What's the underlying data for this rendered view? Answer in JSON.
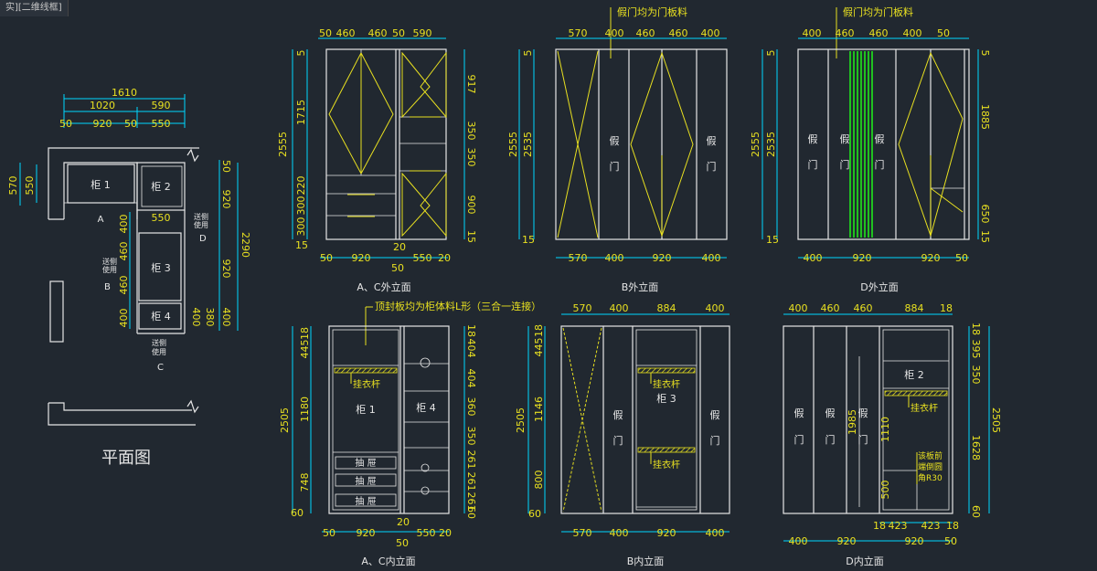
{
  "tab": "实][二维线框]",
  "titles": {
    "plan": "平面图",
    "ac_ext": "A、C外立面",
    "b_ext": "B外立面",
    "d_ext": "D外立面",
    "ac_int": "A、C内立面",
    "b_int": "B内立面",
    "d_int": "D内立面"
  },
  "notes": {
    "fake_door_b": "假门均为门板料",
    "fake_door_d": "假门均为门板料",
    "top_board": "顶封板均为柜体料L形（三合一连接）",
    "hang_rod": "挂衣杆",
    "panel_note_1": "该板前",
    "panel_note_2": "端倒圆",
    "panel_note_3": "角R30"
  },
  "plan": {
    "dims_top": [
      "1610",
      "1020",
      "590",
      "50",
      "920",
      "50",
      "550"
    ],
    "dims_left": [
      "570",
      "550"
    ],
    "dims_right": [
      "50",
      "920",
      "550",
      "920",
      "400",
      "380",
      "400",
      "2290"
    ],
    "dims_mid": [
      "400",
      "460",
      "460",
      "400"
    ],
    "cab1": "柜 1",
    "cab2": "柜 2",
    "cab3": "柜 3",
    "cab4": "柜 4",
    "label_a": "A",
    "label_b": "B",
    "label_c": "C",
    "label_d": "D",
    "send_side_1": "送侧",
    "use_1": "使用",
    "send_side_2": "送侧",
    "use_2": "使用",
    "send_side_3": "送侧",
    "use_3": "使用"
  },
  "ac_ext": {
    "top": [
      "50",
      "460",
      "460",
      "50",
      "590"
    ],
    "left": [
      "5",
      "1715",
      "220",
      "300",
      "300",
      "15"
    ],
    "left_total": "2555",
    "right": [
      "917",
      "350",
      "350",
      "900",
      "15"
    ],
    "bottom": [
      "50",
      "920",
      "20",
      "550",
      "20",
      "50"
    ]
  },
  "b_ext": {
    "top": [
      "570",
      "400",
      "460",
      "460",
      "400"
    ],
    "left": [
      "5",
      "2535",
      "15"
    ],
    "left_total": "2555",
    "bottom": [
      "570",
      "400",
      "920",
      "400"
    ],
    "fake": "假",
    "door": "门"
  },
  "d_ext": {
    "top": [
      "400",
      "460",
      "460",
      "400",
      "50"
    ],
    "left": [
      "5",
      "2535",
      "15"
    ],
    "left_total": "2555",
    "right": [
      "5",
      "1885",
      "650",
      "15"
    ],
    "bottom": [
      "400",
      "920",
      "920",
      "50"
    ],
    "fake": "假",
    "door": "门"
  },
  "ac_int": {
    "left": [
      "18",
      "445",
      "1180",
      "748",
      "60"
    ],
    "left_total": "2505",
    "right": [
      "18",
      "404",
      "404",
      "360",
      "350",
      "261",
      "261",
      "261",
      "60"
    ],
    "bottom": [
      "50",
      "920",
      "20",
      "550",
      "20",
      "50"
    ],
    "cab1": "柜 1",
    "cab4": "柜 4",
    "drawer": "抽  屉"
  },
  "b_int": {
    "top": [
      "570",
      "400",
      "884",
      "400"
    ],
    "left": [
      "18",
      "445",
      "1146",
      "800",
      "60"
    ],
    "left_total": "2505",
    "bottom": [
      "570",
      "400",
      "920",
      "400"
    ],
    "cab3": "柜 3",
    "fake": "假",
    "door": "门"
  },
  "d_int": {
    "top": [
      "400",
      "460",
      "460",
      "884",
      "18"
    ],
    "right": [
      "18",
      "395",
      "350",
      "1628",
      "60"
    ],
    "right_total": "2505",
    "inner": [
      "1985",
      "1110",
      "500"
    ],
    "bottom": [
      "18",
      "423",
      "423",
      "18",
      "400",
      "920",
      "920",
      "50"
    ],
    "cab2": "柜 2",
    "fake": "假",
    "door": "门"
  }
}
